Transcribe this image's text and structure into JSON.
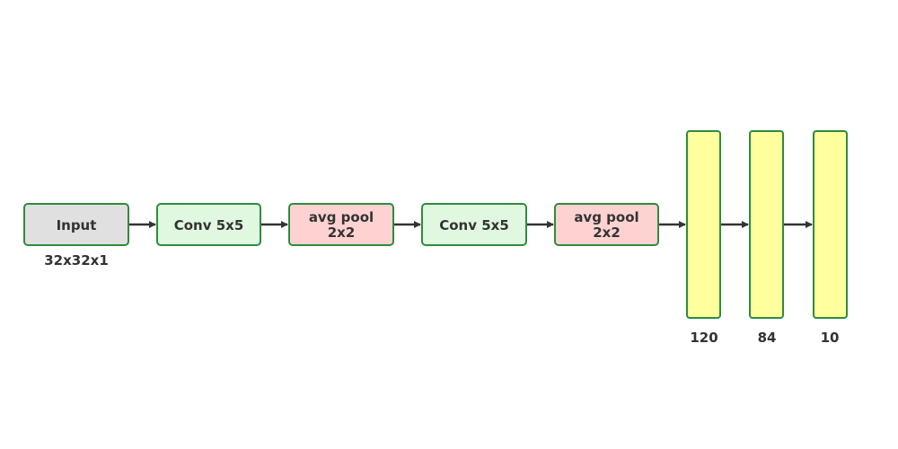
{
  "colors": {
    "stroke": "#2e8b3e",
    "input_fill": "#e0e0e0",
    "conv_fill": "#e0f7e0",
    "pool_fill": "#ffd2d2",
    "fc_fill": "#ffff9e",
    "arrow": "#333333",
    "text": "#333333"
  },
  "nodes": {
    "input": {
      "label": "Input",
      "caption": "32x32x1"
    },
    "conv1": {
      "label": "Conv 5x5"
    },
    "pool1": {
      "line1": "avg pool",
      "line2": "2x2"
    },
    "conv2": {
      "label": "Conv 5x5"
    },
    "pool2": {
      "line1": "avg pool",
      "line2": "2x2"
    },
    "fc1": {
      "caption": "120"
    },
    "fc2": {
      "caption": "84"
    },
    "fc3": {
      "caption": "10"
    }
  }
}
